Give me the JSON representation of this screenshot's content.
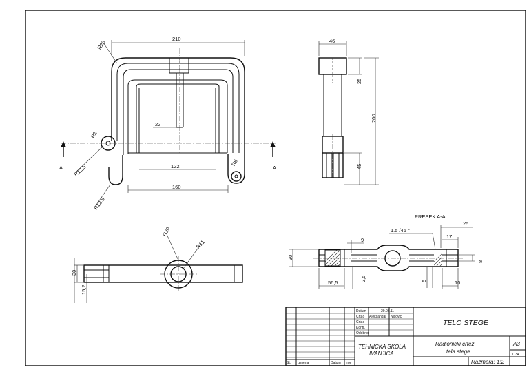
{
  "title_block": {
    "part_title": "TELO STEGE",
    "drawing_type_line1": "Radionicki crtez",
    "drawing_type_line2": "tela stege",
    "school_line1": "TEHNICKA  SKOLA",
    "school_line2": "IVANJICA",
    "format": "A3",
    "sheet": "L 34",
    "scale": "Razmera: 1:2",
    "date_label": "Datum",
    "date_value": "29.05.11",
    "drawn_label": "Crtao",
    "drawn_name": "Aleksandar",
    "drawn_surname": "Nisovic",
    "row3_label": "Crtao",
    "checked_label": "Kontr.",
    "approved_label": "Odobrio",
    "rev_col1": "St.",
    "rev_col2": "Izmena",
    "rev_col3": "Datum",
    "rev_col4": "Ime"
  },
  "front_view": {
    "dim_width_top": "210",
    "radius_outer": "R20",
    "dim_22": "22",
    "radius_small": "R2",
    "dim_122": "122",
    "radius_125": "R12,5",
    "radius_6": "R6",
    "dim_160": "160",
    "radius_125_b": "R12,5",
    "section_a_left": "A",
    "section_a_right": "A"
  },
  "side_view": {
    "dim_46": "46",
    "dim_25": "25",
    "dim_200": "200",
    "dim_45": "45"
  },
  "bottom_view": {
    "radius_20": "R20",
    "radius_11": "R11",
    "dim_30": "30",
    "dim_152": "15,2"
  },
  "section_view": {
    "title": "PRESEK  A-A",
    "chamfer": "1.5 /45 °",
    "dim_25": "25",
    "dim_17": "17",
    "dim_9": "9",
    "dim_30": "30",
    "dim_8": "8",
    "dim_25b": "2,5",
    "dim_565": "56,5",
    "dim_5": "5",
    "dim_10": "10"
  }
}
